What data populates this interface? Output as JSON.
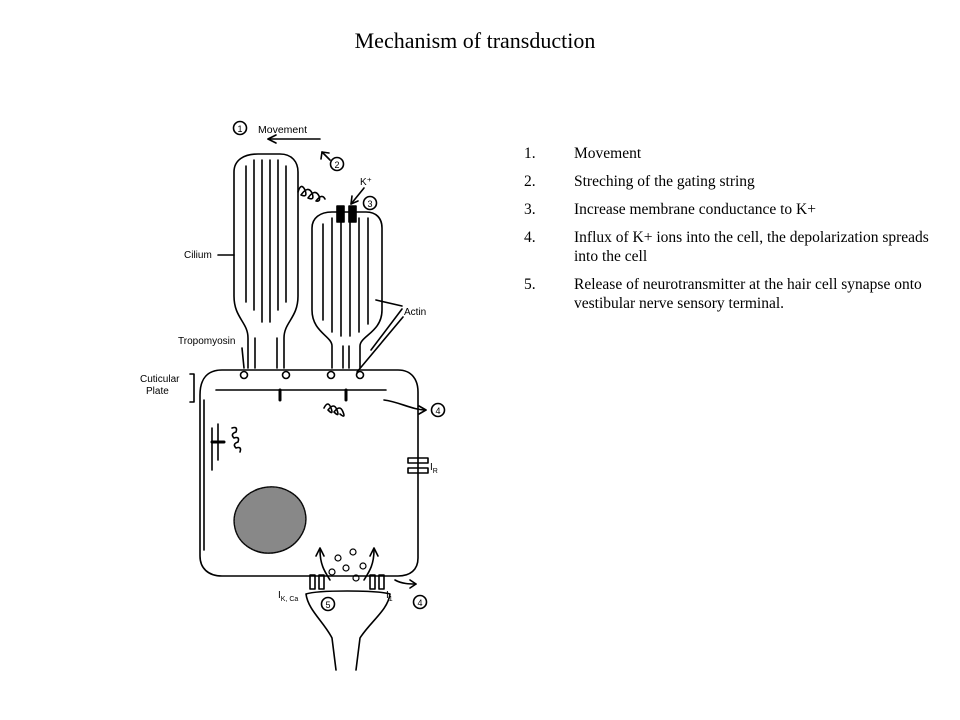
{
  "slide": {
    "title": "Mechanism of transduction"
  },
  "diagram": {
    "labels": {
      "movement": "Movement",
      "ion": "K⁺",
      "cilium": "Cilium",
      "actin": "Actin",
      "tropomyosin": "Tropomyosin",
      "cuticular_line1": "Cuticular",
      "cuticular_line2": "Plate",
      "current_r": "I",
      "current_r_sub": "R",
      "current_kca": "I",
      "current_kca_sub": "K, Ca",
      "current_1": "I",
      "current_1_sub": "1"
    },
    "markers": [
      "1",
      "2",
      "3",
      "4",
      "4",
      "5"
    ]
  },
  "steps": [
    {
      "number": "1.",
      "text": "Movement"
    },
    {
      "number": "2.",
      "text": "Streching of the gating string"
    },
    {
      "number": "3.",
      "text": "Increase membrane conductance to K+"
    },
    {
      "number": "4.",
      "text": "Influx of K+ ions into the cell, the depolarization spreads into the cell"
    },
    {
      "number": "5.",
      "text": "Release of neurotransmitter at the hair cell synapse onto vestibular nerve sensory terminal."
    }
  ]
}
